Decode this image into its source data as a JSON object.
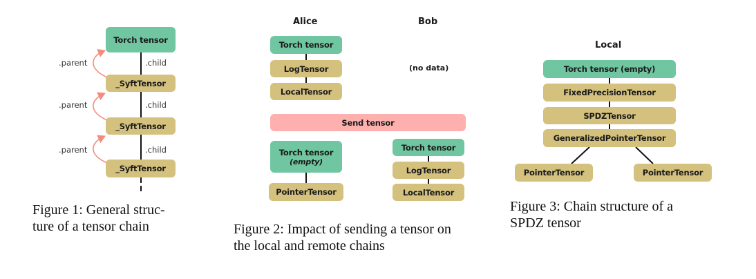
{
  "figure1": {
    "nodes": [
      "Torch tensor",
      "_SyftTensor",
      "_SyftTensor",
      "_SyftTensor"
    ],
    "child_label": ".child",
    "parent_label": ".parent",
    "caption": [
      "Figure 1:  General struc-",
      "ture of a tensor chain"
    ]
  },
  "figure2": {
    "alice_label": "Alice",
    "bob_label": "Bob",
    "bob_before": "(no data)",
    "alice_before": [
      "Torch tensor",
      "LogTensor",
      "LocalTensor"
    ],
    "send_label": "Send tensor",
    "alice_after": {
      "torch": "Torch tensor",
      "torch_sub": "(empty)",
      "pointer": "PointerTensor"
    },
    "bob_after": [
      "Torch tensor",
      "LogTensor",
      "LocalTensor"
    ],
    "caption": [
      "Figure 2: Impact of sending a tensor on",
      "the local and remote chains"
    ]
  },
  "figure3": {
    "local_label": "Local",
    "nodes": [
      "Torch tensor (empty)",
      "FixedPrecisionTensor",
      "SPDZTensor",
      "GeneralizedPointerTensor"
    ],
    "leaves": [
      "PointerTensor",
      "PointerTensor"
    ],
    "caption": [
      "Figure 3: Chain structure of a",
      "SPDZ tensor"
    ]
  },
  "colors": {
    "torch": "#70c6a0",
    "syft": "#d4c17e",
    "send": "#fdb0ad",
    "parent_arrow": "#f58a7e"
  }
}
